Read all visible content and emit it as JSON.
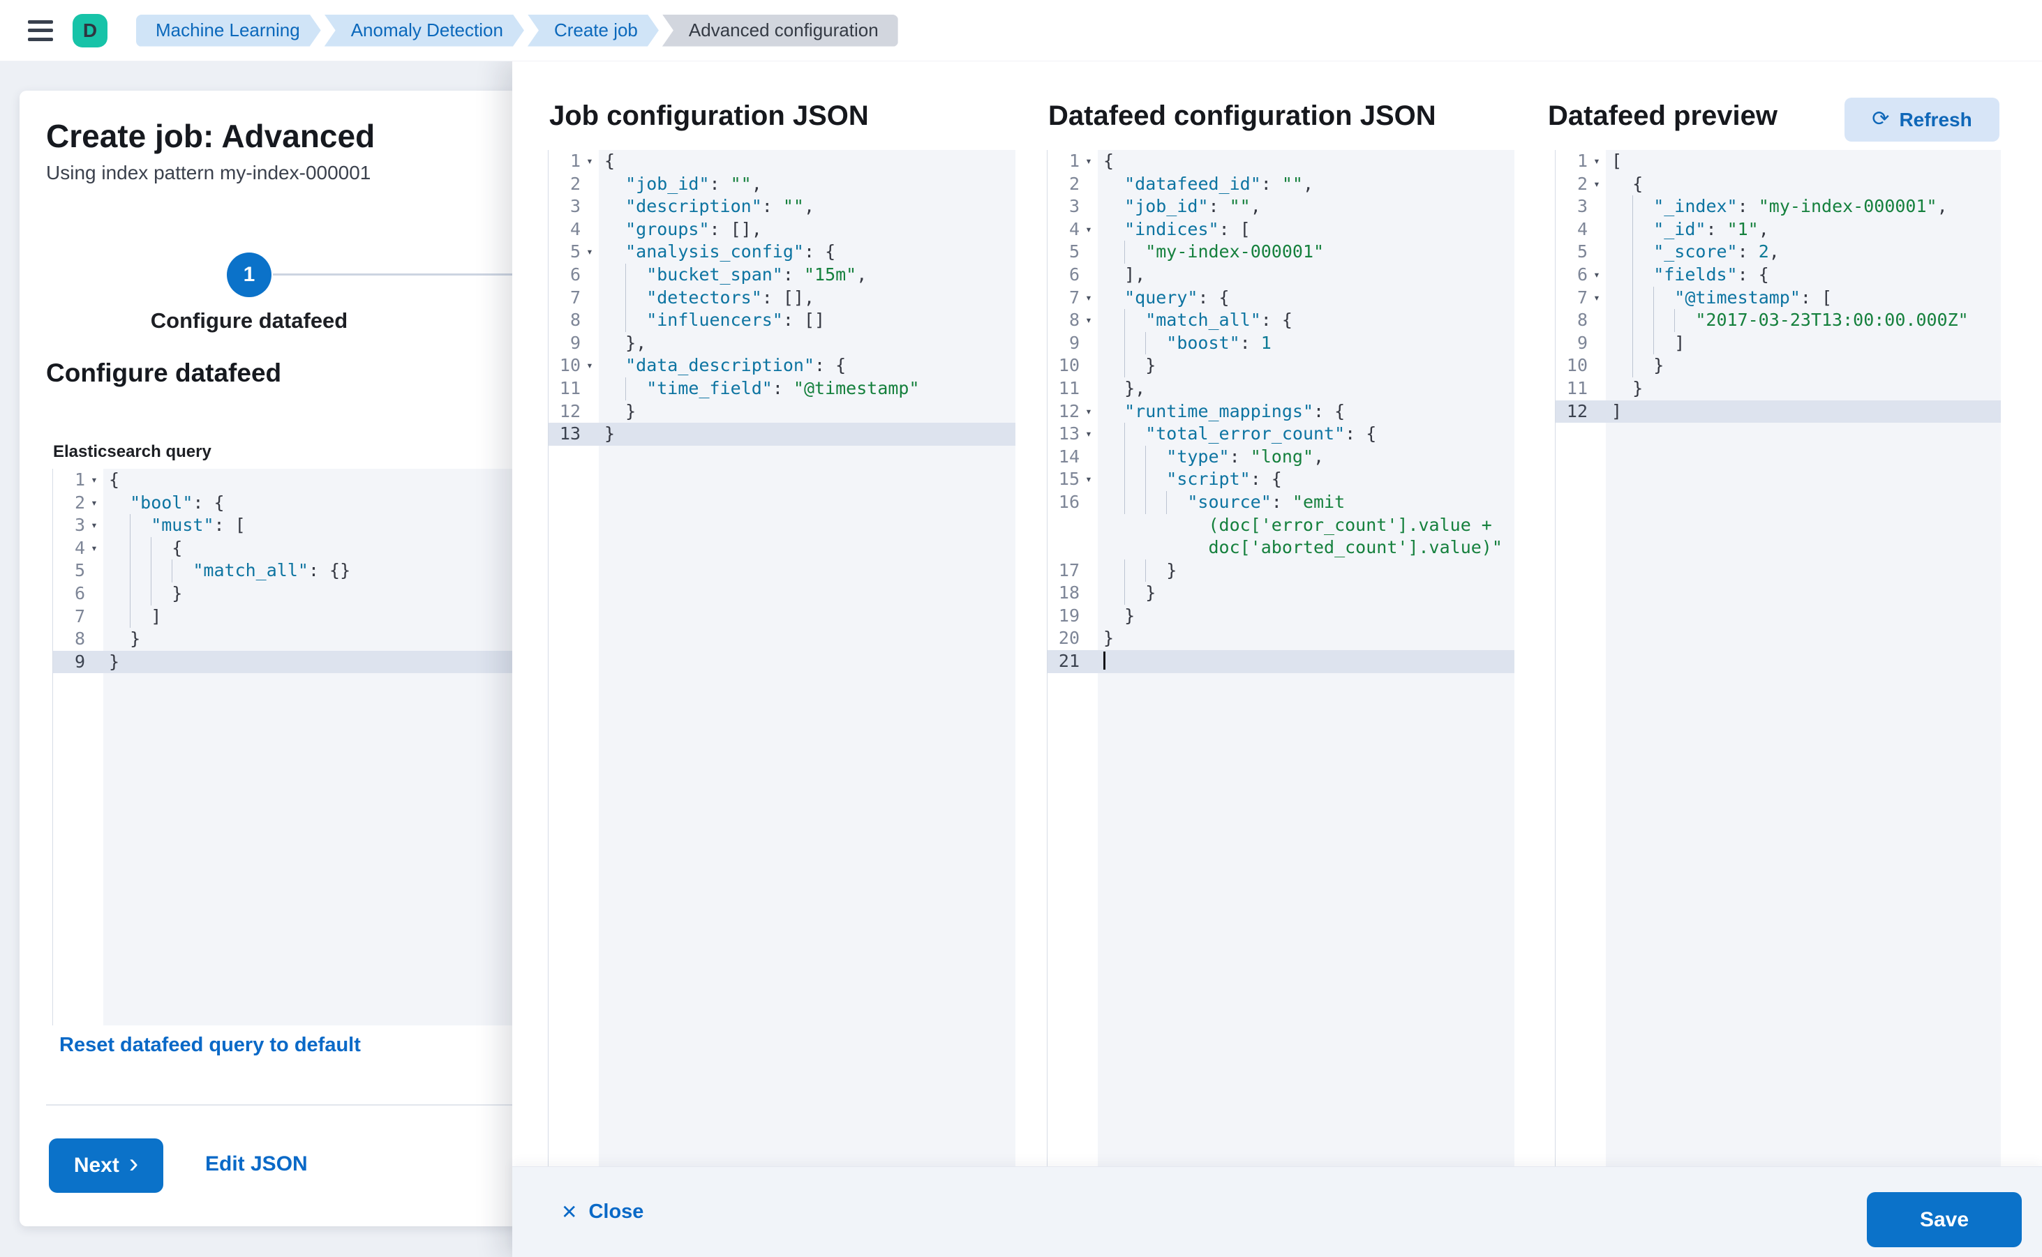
{
  "header": {
    "avatar_initial": "D",
    "breadcrumbs": [
      {
        "label": "Machine Learning",
        "current": false
      },
      {
        "label": "Anomaly Detection",
        "current": false
      },
      {
        "label": "Create job",
        "current": false
      },
      {
        "label": "Advanced configuration",
        "current": true
      }
    ]
  },
  "wizard": {
    "title": "Create job: Advanced",
    "subtitle": "Using index pattern my-index-000001",
    "step": {
      "number": "1",
      "label": "Configure datafeed"
    },
    "section_title": "Configure datafeed",
    "query_label": "Elasticsearch query",
    "reset_link": "Reset datafeed query to default",
    "next_button": "Next",
    "edit_json_link": "Edit JSON"
  },
  "flyout": {
    "columns": [
      {
        "title": "Job configuration JSON"
      },
      {
        "title": "Datafeed configuration JSON"
      },
      {
        "title": "Datafeed preview",
        "refresh_button": "Refresh"
      }
    ],
    "close_button": "Close",
    "save_button": "Save"
  },
  "colors": {
    "primary_button": "#0b72c9",
    "link_blue": "#0a69c7",
    "breadcrumb_blue_bg": "#d0e4f7",
    "breadcrumb_gray_bg": "#d2d6de",
    "avatar_teal": "#17c3a8",
    "editor_content_bg": "#f3f5f9",
    "editor_active_line": "#dde3ee",
    "syntax_key": "#0d74a1",
    "syntax_string": "#15803d",
    "syntax_number": "#0d7a95"
  },
  "editors": {
    "es_query": {
      "lines": [
        {
          "n": "1",
          "fold": true,
          "t": [
            [
              "p",
              "{"
            ]
          ]
        },
        {
          "n": "2",
          "fold": true,
          "t": [
            [
              "w",
              ""
            ],
            [
              "k",
              "\"bool\""
            ],
            [
              "p",
              ": {"
            ]
          ]
        },
        {
          "n": "3",
          "fold": true,
          "t": [
            [
              "w",
              ""
            ],
            [
              "g",
              ""
            ],
            [
              "k",
              "\"must\""
            ],
            [
              "p",
              ": ["
            ]
          ]
        },
        {
          "n": "4",
          "fold": true,
          "t": [
            [
              "w",
              ""
            ],
            [
              "g",
              ""
            ],
            [
              "g",
              ""
            ],
            [
              "p",
              "{"
            ]
          ]
        },
        {
          "n": "5",
          "t": [
            [
              "w",
              ""
            ],
            [
              "g",
              ""
            ],
            [
              "g",
              ""
            ],
            [
              "g",
              ""
            ],
            [
              "k",
              "\"match_all\""
            ],
            [
              "p",
              ": {}"
            ]
          ]
        },
        {
          "n": "6",
          "t": [
            [
              "w",
              ""
            ],
            [
              "g",
              ""
            ],
            [
              "g",
              ""
            ],
            [
              "p",
              "}"
            ]
          ]
        },
        {
          "n": "7",
          "t": [
            [
              "w",
              ""
            ],
            [
              "g",
              ""
            ],
            [
              "p",
              "]"
            ]
          ]
        },
        {
          "n": "8",
          "t": [
            [
              "w",
              ""
            ],
            [
              "p",
              "}"
            ]
          ]
        },
        {
          "n": "9",
          "hl": true,
          "t": [
            [
              "p",
              "}"
            ]
          ]
        }
      ]
    },
    "job_config": {
      "lines": [
        {
          "n": "1",
          "fold": true,
          "t": [
            [
              "p",
              "{"
            ]
          ]
        },
        {
          "n": "2",
          "t": [
            [
              "w",
              ""
            ],
            [
              "k",
              "\"job_id\""
            ],
            [
              "p",
              ": "
            ],
            [
              "s",
              "\"\""
            ],
            [
              "p",
              ","
            ]
          ]
        },
        {
          "n": "3",
          "t": [
            [
              "w",
              ""
            ],
            [
              "k",
              "\"description\""
            ],
            [
              "p",
              ": "
            ],
            [
              "s",
              "\"\""
            ],
            [
              "p",
              ","
            ]
          ]
        },
        {
          "n": "4",
          "t": [
            [
              "w",
              ""
            ],
            [
              "k",
              "\"groups\""
            ],
            [
              "p",
              ": [],"
            ]
          ]
        },
        {
          "n": "5",
          "fold": true,
          "t": [
            [
              "w",
              ""
            ],
            [
              "k",
              "\"analysis_config\""
            ],
            [
              "p",
              ": {"
            ]
          ]
        },
        {
          "n": "6",
          "t": [
            [
              "w",
              ""
            ],
            [
              "g",
              ""
            ],
            [
              "k",
              "\"bucket_span\""
            ],
            [
              "p",
              ": "
            ],
            [
              "s",
              "\"15m\""
            ],
            [
              "p",
              ","
            ]
          ]
        },
        {
          "n": "7",
          "t": [
            [
              "w",
              ""
            ],
            [
              "g",
              ""
            ],
            [
              "k",
              "\"detectors\""
            ],
            [
              "p",
              ": [],"
            ]
          ]
        },
        {
          "n": "8",
          "t": [
            [
              "w",
              ""
            ],
            [
              "g",
              ""
            ],
            [
              "k",
              "\"influencers\""
            ],
            [
              "p",
              ": []"
            ]
          ]
        },
        {
          "n": "9",
          "t": [
            [
              "w",
              ""
            ],
            [
              "p",
              "},"
            ]
          ]
        },
        {
          "n": "10",
          "fold": true,
          "t": [
            [
              "w",
              ""
            ],
            [
              "k",
              "\"data_description\""
            ],
            [
              "p",
              ": {"
            ]
          ]
        },
        {
          "n": "11",
          "t": [
            [
              "w",
              ""
            ],
            [
              "g",
              ""
            ],
            [
              "k",
              "\"time_field\""
            ],
            [
              "p",
              ": "
            ],
            [
              "s",
              "\"@timestamp\""
            ]
          ]
        },
        {
          "n": "12",
          "t": [
            [
              "w",
              ""
            ],
            [
              "p",
              "}"
            ]
          ]
        },
        {
          "n": "13",
          "hl": true,
          "t": [
            [
              "p",
              "}"
            ]
          ]
        }
      ]
    },
    "datafeed_config": {
      "lines": [
        {
          "n": "1",
          "fold": true,
          "t": [
            [
              "p",
              "{"
            ]
          ]
        },
        {
          "n": "2",
          "t": [
            [
              "w",
              ""
            ],
            [
              "k",
              "\"datafeed_id\""
            ],
            [
              "p",
              ": "
            ],
            [
              "s",
              "\"\""
            ],
            [
              "p",
              ","
            ]
          ]
        },
        {
          "n": "3",
          "t": [
            [
              "w",
              ""
            ],
            [
              "k",
              "\"job_id\""
            ],
            [
              "p",
              ": "
            ],
            [
              "s",
              "\"\""
            ],
            [
              "p",
              ","
            ]
          ]
        },
        {
          "n": "4",
          "fold": true,
          "t": [
            [
              "w",
              ""
            ],
            [
              "k",
              "\"indices\""
            ],
            [
              "p",
              ": ["
            ]
          ]
        },
        {
          "n": "5",
          "t": [
            [
              "w",
              ""
            ],
            [
              "g",
              ""
            ],
            [
              "s",
              "\"my-index-000001\""
            ]
          ]
        },
        {
          "n": "6",
          "t": [
            [
              "w",
              ""
            ],
            [
              "p",
              "],"
            ]
          ]
        },
        {
          "n": "7",
          "fold": true,
          "t": [
            [
              "w",
              ""
            ],
            [
              "k",
              "\"query\""
            ],
            [
              "p",
              ": {"
            ]
          ]
        },
        {
          "n": "8",
          "fold": true,
          "t": [
            [
              "w",
              ""
            ],
            [
              "g",
              ""
            ],
            [
              "k",
              "\"match_all\""
            ],
            [
              "p",
              ": {"
            ]
          ]
        },
        {
          "n": "9",
          "t": [
            [
              "w",
              ""
            ],
            [
              "g",
              ""
            ],
            [
              "g",
              ""
            ],
            [
              "k",
              "\"boost\""
            ],
            [
              "p",
              ": "
            ],
            [
              "n",
              "1"
            ]
          ]
        },
        {
          "n": "10",
          "t": [
            [
              "w",
              ""
            ],
            [
              "g",
              ""
            ],
            [
              "p",
              "}"
            ]
          ]
        },
        {
          "n": "11",
          "t": [
            [
              "w",
              ""
            ],
            [
              "p",
              "},"
            ]
          ]
        },
        {
          "n": "12",
          "fold": true,
          "t": [
            [
              "w",
              ""
            ],
            [
              "k",
              "\"runtime_mappings\""
            ],
            [
              "p",
              ": {"
            ]
          ]
        },
        {
          "n": "13",
          "fold": true,
          "t": [
            [
              "w",
              ""
            ],
            [
              "g",
              ""
            ],
            [
              "k",
              "\"total_error_count\""
            ],
            [
              "p",
              ": {"
            ]
          ]
        },
        {
          "n": "14",
          "t": [
            [
              "w",
              ""
            ],
            [
              "g",
              ""
            ],
            [
              "g",
              ""
            ],
            [
              "k",
              "\"type\""
            ],
            [
              "p",
              ": "
            ],
            [
              "s",
              "\"long\""
            ],
            [
              "p",
              ","
            ]
          ]
        },
        {
          "n": "15",
          "fold": true,
          "t": [
            [
              "w",
              ""
            ],
            [
              "g",
              ""
            ],
            [
              "g",
              ""
            ],
            [
              "k",
              "\"script\""
            ],
            [
              "p",
              ": {"
            ]
          ]
        },
        {
          "n": "16",
          "t": [
            [
              "w",
              ""
            ],
            [
              "g",
              ""
            ],
            [
              "g",
              ""
            ],
            [
              "g",
              ""
            ],
            [
              "k",
              "\"source\""
            ],
            [
              "p",
              ": "
            ],
            [
              "s",
              "\"emit"
            ]
          ]
        },
        {
          "n": "",
          "t": [
            [
              "w",
              ""
            ],
            [
              "w",
              ""
            ],
            [
              "w",
              ""
            ],
            [
              "w",
              ""
            ],
            [
              "w",
              ""
            ],
            [
              "s",
              "(doc['error_count'].value +"
            ]
          ]
        },
        {
          "n": "",
          "t": [
            [
              "w",
              ""
            ],
            [
              "w",
              ""
            ],
            [
              "w",
              ""
            ],
            [
              "w",
              ""
            ],
            [
              "w",
              ""
            ],
            [
              "s",
              "doc['aborted_count'].value)\""
            ]
          ]
        },
        {
          "n": "17",
          "t": [
            [
              "w",
              ""
            ],
            [
              "g",
              ""
            ],
            [
              "g",
              ""
            ],
            [
              "p",
              "}"
            ]
          ]
        },
        {
          "n": "18",
          "t": [
            [
              "w",
              ""
            ],
            [
              "g",
              ""
            ],
            [
              "p",
              "}"
            ]
          ]
        },
        {
          "n": "19",
          "t": [
            [
              "w",
              ""
            ],
            [
              "p",
              "}"
            ]
          ]
        },
        {
          "n": "20",
          "t": [
            [
              "p",
              "}"
            ]
          ]
        },
        {
          "n": "21",
          "hl": true,
          "cursor": true,
          "t": []
        }
      ]
    },
    "datafeed_preview": {
      "lines": [
        {
          "n": "1",
          "fold": true,
          "t": [
            [
              "p",
              "["
            ]
          ]
        },
        {
          "n": "2",
          "fold": true,
          "t": [
            [
              "w",
              ""
            ],
            [
              "p",
              "{"
            ]
          ]
        },
        {
          "n": "3",
          "t": [
            [
              "w",
              ""
            ],
            [
              "g",
              ""
            ],
            [
              "k",
              "\"_index\""
            ],
            [
              "p",
              ": "
            ],
            [
              "s",
              "\"my-index-000001\""
            ],
            [
              "p",
              ","
            ]
          ]
        },
        {
          "n": "4",
          "t": [
            [
              "w",
              ""
            ],
            [
              "g",
              ""
            ],
            [
              "k",
              "\"_id\""
            ],
            [
              "p",
              ": "
            ],
            [
              "s",
              "\"1\""
            ],
            [
              "p",
              ","
            ]
          ]
        },
        {
          "n": "5",
          "t": [
            [
              "w",
              ""
            ],
            [
              "g",
              ""
            ],
            [
              "k",
              "\"_score\""
            ],
            [
              "p",
              ": "
            ],
            [
              "n",
              "2"
            ],
            [
              "p",
              ","
            ]
          ]
        },
        {
          "n": "6",
          "fold": true,
          "t": [
            [
              "w",
              ""
            ],
            [
              "g",
              ""
            ],
            [
              "k",
              "\"fields\""
            ],
            [
              "p",
              ": {"
            ]
          ]
        },
        {
          "n": "7",
          "fold": true,
          "t": [
            [
              "w",
              ""
            ],
            [
              "g",
              ""
            ],
            [
              "g",
              ""
            ],
            [
              "k",
              "\"@timestamp\""
            ],
            [
              "p",
              ": ["
            ]
          ]
        },
        {
          "n": "8",
          "t": [
            [
              "w",
              ""
            ],
            [
              "g",
              ""
            ],
            [
              "g",
              ""
            ],
            [
              "g",
              ""
            ],
            [
              "s",
              "\"2017-03-23T13:00:00.000Z\""
            ]
          ]
        },
        {
          "n": "9",
          "t": [
            [
              "w",
              ""
            ],
            [
              "g",
              ""
            ],
            [
              "g",
              ""
            ],
            [
              "p",
              "]"
            ]
          ]
        },
        {
          "n": "10",
          "t": [
            [
              "w",
              ""
            ],
            [
              "g",
              ""
            ],
            [
              "p",
              "}"
            ]
          ]
        },
        {
          "n": "11",
          "t": [
            [
              "w",
              ""
            ],
            [
              "p",
              "}"
            ]
          ]
        },
        {
          "n": "12",
          "hl": true,
          "t": [
            [
              "p",
              "]"
            ]
          ]
        }
      ]
    }
  }
}
